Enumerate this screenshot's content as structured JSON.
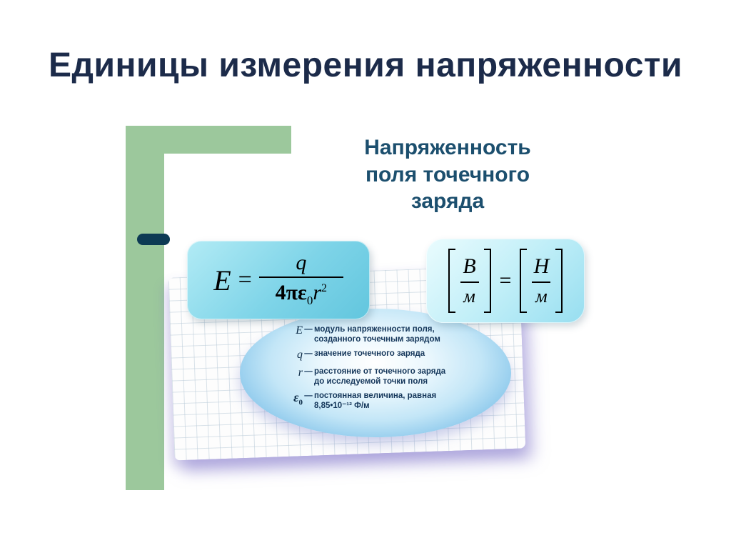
{
  "colors": {
    "title_text": "#1c2b4a",
    "heading_text": "#1c4f6e",
    "green_bar": "#9cc89c",
    "accent_pill": "#0d3a54",
    "formula_box_cyan": "#7ed4e8",
    "units_box_cyan": "#c2eff8",
    "ellipse_blue_edge": "#55a7de"
  },
  "slide": {
    "title": "Единицы измерения напряженности",
    "heading_lines": [
      "Напряженность",
      "поля точечного",
      "заряда"
    ]
  },
  "formula_point_charge": {
    "lhs": "E",
    "equals": "=",
    "numerator": "q",
    "den_coef": "4",
    "den_pi": "π",
    "den_eps": "ε",
    "den_sub": "0",
    "den_var": "r",
    "den_exp": "2"
  },
  "units_identity": {
    "left_num": "В",
    "left_den": "м",
    "equals": "=",
    "right_num": "Н",
    "right_den": "м"
  },
  "definitions": [
    {
      "symbol": "E",
      "sub": "",
      "dash": "—",
      "text": "модуль напряженности поля,\nсозданного точечным зарядом"
    },
    {
      "symbol": "q",
      "sub": "",
      "dash": "—",
      "text": "значение точечного заряда"
    },
    {
      "symbol": "r",
      "sub": "",
      "dash": "—",
      "text": "расстояние от точечного заряда\nдо исследуемой точки поля"
    },
    {
      "symbol": "ε",
      "sub": "0",
      "dash": "—",
      "text": "постоянная величина, равная\n8,85•10⁻¹² Ф/м"
    }
  ]
}
